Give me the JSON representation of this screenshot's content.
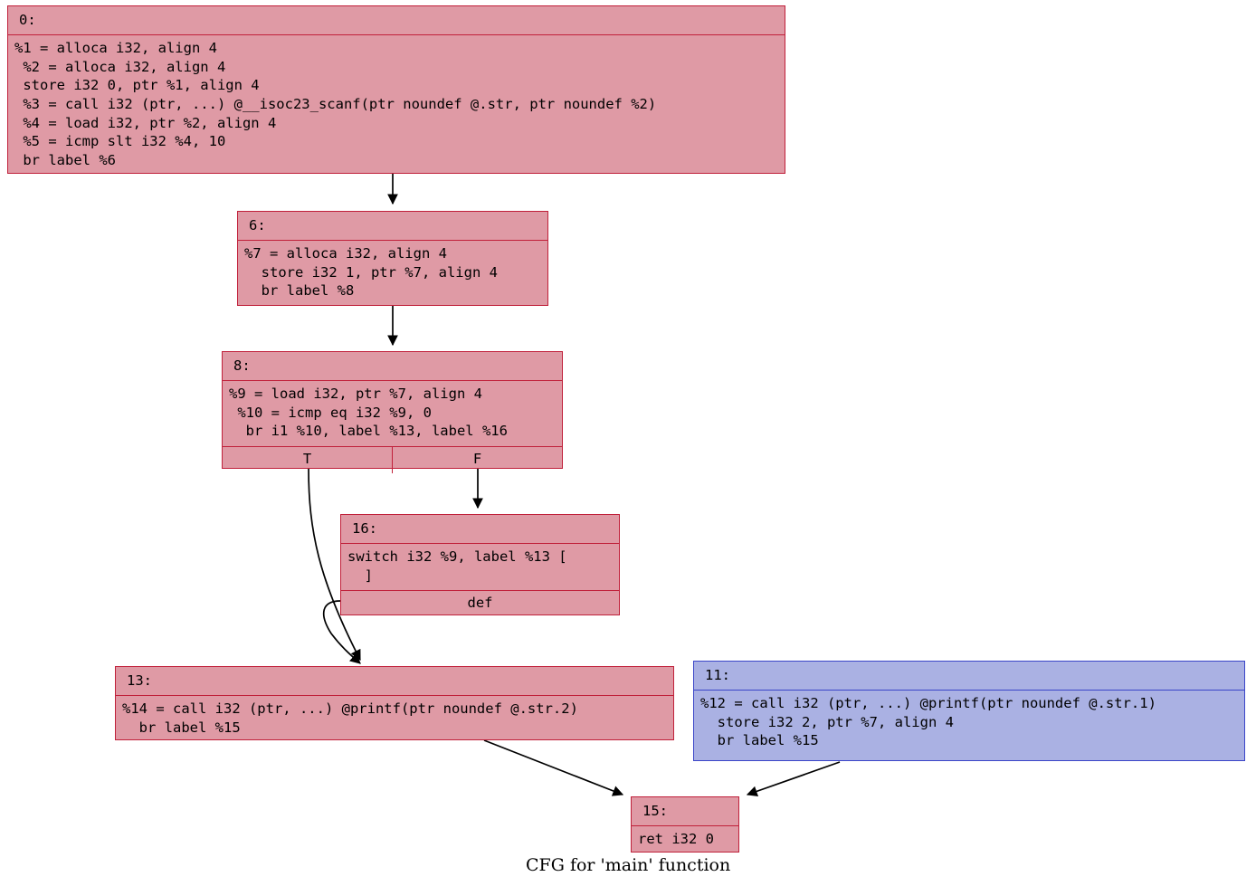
{
  "graph": {
    "caption": "CFG for 'main' function",
    "colors": {
      "node_fill_red": "#df9aa5",
      "node_border_red": "#c0203a",
      "node_fill_blue": "#aab1e3",
      "node_border_blue": "#3b45c8",
      "edge": "#000000",
      "background": "#ffffff"
    },
    "nodes": {
      "n0": {
        "title": "0:",
        "body": "%1 = alloca i32, align 4\n %2 = alloca i32, align 4\n store i32 0, ptr %1, align 4\n %3 = call i32 (ptr, ...) @__isoc23_scanf(ptr noundef @.str, ptr noundef %2)\n %4 = load i32, ptr %2, align 4\n %5 = icmp slt i32 %4, 10\n br label %6"
      },
      "n6": {
        "title": "6:",
        "body": "%7 = alloca i32, align 4\n  store i32 1, ptr %7, align 4\n  br label %8"
      },
      "n8": {
        "title": "8:",
        "body": "%9 = load i32, ptr %7, align 4\n %10 = icmp eq i32 %9, 0\n  br i1 %10, label %13, label %16",
        "ports": [
          "T",
          "F"
        ]
      },
      "n16": {
        "title": "16:",
        "body": "switch i32 %9, label %13 [\n  ]",
        "ports": [
          "def"
        ]
      },
      "n13": {
        "title": "13:",
        "body": "%14 = call i32 (ptr, ...) @printf(ptr noundef @.str.2)\n  br label %15"
      },
      "n11": {
        "title": "11:",
        "body": "%12 = call i32 (ptr, ...) @printf(ptr noundef @.str.1)\n  store i32 2, ptr %7, align 4\n  br label %15"
      },
      "n15": {
        "title": "15:",
        "body": "ret i32 0"
      }
    },
    "edges": [
      {
        "from": "0",
        "to": "6",
        "label": ""
      },
      {
        "from": "6",
        "to": "8",
        "label": ""
      },
      {
        "from": "8",
        "to": "13",
        "label": "T"
      },
      {
        "from": "8",
        "to": "16",
        "label": "F"
      },
      {
        "from": "16",
        "to": "13",
        "label": "def"
      },
      {
        "from": "13",
        "to": "15",
        "label": ""
      },
      {
        "from": "11",
        "to": "15",
        "label": ""
      }
    ]
  }
}
